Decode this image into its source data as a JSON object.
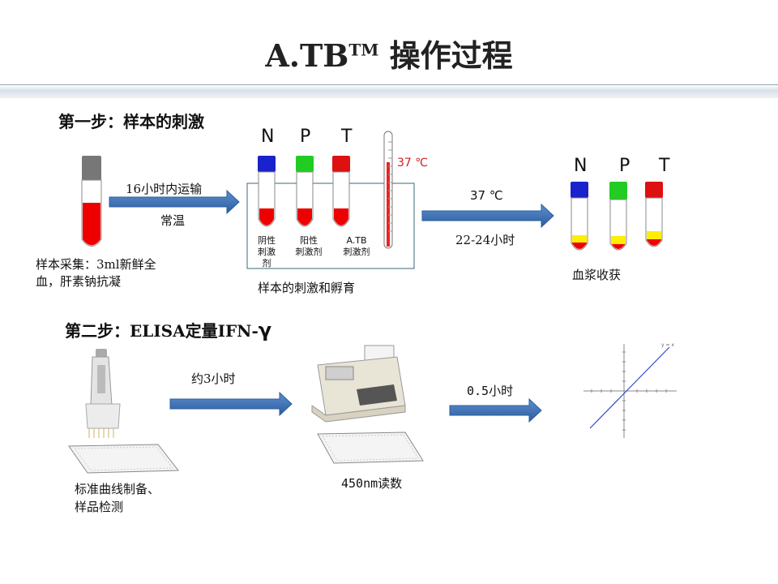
{
  "title": {
    "main": "A.TB",
    "sup": "TM",
    "rest": " 操作过程"
  },
  "step1": {
    "heading": "第一步：样本的刺激",
    "collect": [
      "样本采集：3ml新鲜全",
      "血，肝素钠抗凝"
    ],
    "arrow1_top": "16小时内运输",
    "arrow1_bottom": "常温",
    "tubes_labels": [
      "N",
      "P",
      "T"
    ],
    "thermometer": "37 ℃",
    "reagents": [
      [
        "阴性",
        "刺激剂"
      ],
      [
        "阳性",
        "刺激剂"
      ],
      [
        "A.TB",
        "刺激剂"
      ]
    ],
    "incubate": "样本的刺激和孵育",
    "arrow2_top": "37 ℃",
    "arrow2_bottom": "22-24小时",
    "harvest_labels": [
      "N",
      "P",
      "T"
    ],
    "harvest": "血浆收获"
  },
  "step2": {
    "heading": "第二步：ELISA定量IFN-",
    "heading_gamma": "γ",
    "arrow1": "约3小时",
    "pipette": [
      "标准曲线制备、",
      "样品检测"
    ],
    "reader": "450nm读数",
    "arrow2": "0.5小时",
    "graph_label": "y = x"
  },
  "colors": {
    "blue_cap": "#1a22cc",
    "green_cap": "#22cc22",
    "red_cap": "#dd1111",
    "blood": "#ee0000",
    "plasma": "#ffee00",
    "arrow": "#3a6fb5"
  }
}
